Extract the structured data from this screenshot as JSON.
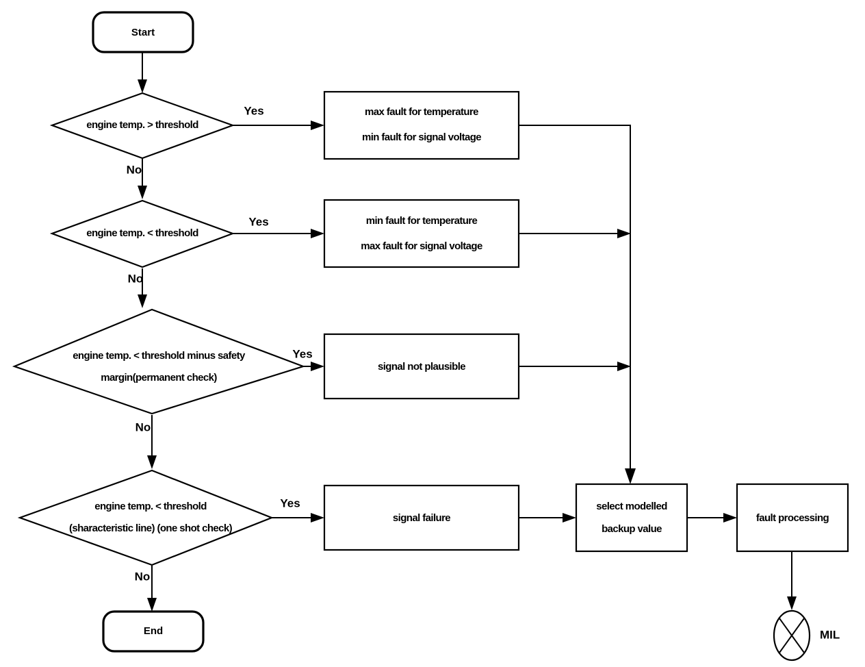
{
  "diagram": {
    "title": "engine temperature signal fault detection flowchart",
    "background_color": "#ffffff",
    "line_color": "#000000",
    "text_color": "#000000"
  },
  "nodes": {
    "start": {
      "label": "Start",
      "shape": "terminator"
    },
    "end": {
      "label": "End",
      "shape": "terminator"
    },
    "decision1": {
      "line1": "engine temp. > threshold",
      "shape": "decision"
    },
    "decision2": {
      "line1": "engine temp. < threshold",
      "shape": "decision"
    },
    "decision3": {
      "line1": "engine temp.  < threshold minus safety",
      "line2": "margin(permanent check)",
      "shape": "decision"
    },
    "decision4": {
      "line1": "engine temp. < threshold",
      "line2": "(sharacteristic line) (one shot check)",
      "shape": "decision"
    },
    "process1": {
      "line1": "max fault for temperature",
      "line2": "min fault for signal voltage",
      "shape": "process"
    },
    "process2": {
      "line1": "min fault for temperature",
      "line2": "max fault for signal voltage",
      "shape": "process"
    },
    "process3": {
      "line1": "signal not plausible",
      "shape": "process"
    },
    "process4": {
      "line1": "signal failure",
      "shape": "process"
    },
    "process5": {
      "line1": "select modelled",
      "line2": "backup value",
      "shape": "process"
    },
    "process6": {
      "line1": "fault processing",
      "shape": "process"
    },
    "mil": {
      "label": "MIL",
      "shape": "crossed-ellipse"
    }
  },
  "edge_labels": {
    "yes1": "Yes",
    "no1": "No",
    "yes2": "Yes",
    "no2": "No",
    "yes3": "Yes",
    "no3": "No",
    "yes4": "Yes",
    "no4": "No"
  }
}
